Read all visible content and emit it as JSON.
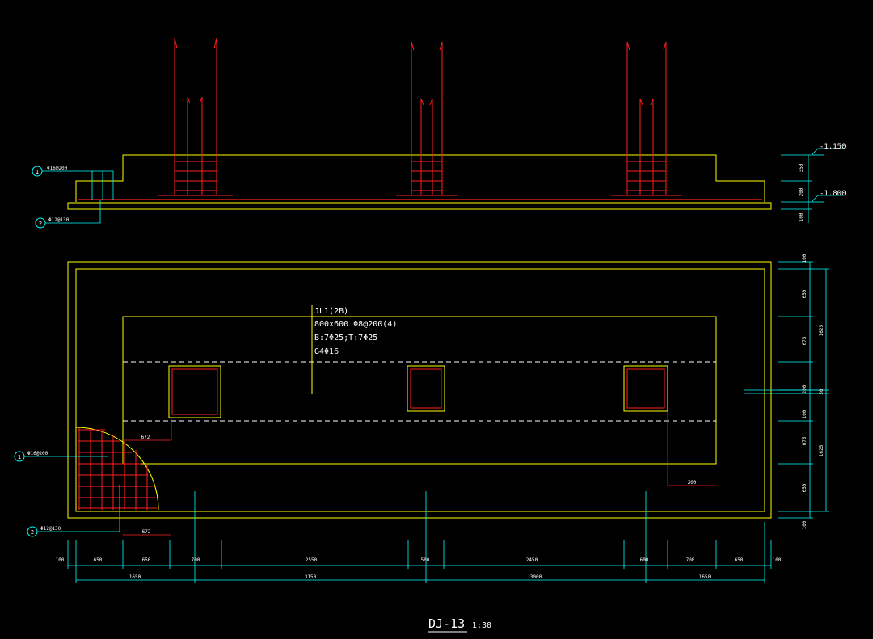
{
  "colors": {
    "background": "#000000",
    "concrete_outline": "#ffff00",
    "rebar": "#ff2020",
    "dimension": "#00ffff",
    "text": "#ffffff",
    "hidden_line": "#ffffff"
  },
  "title": "DJ-13",
  "scale": "1:30",
  "section_view": {
    "callout_1": {
      "num": "1",
      "text": "Φ16@200"
    },
    "callout_2": {
      "num": "2",
      "text": "Φ12@130"
    },
    "levels": [
      "-1.150",
      "-1.800"
    ],
    "side_dims": [
      "350",
      "200",
      "100"
    ]
  },
  "plan_view": {
    "beam_note": {
      "line1": "JL1(2B)",
      "line2": "800x600   Φ8@200(4)",
      "line3": "B:7Φ25;T:7Φ25",
      "line4": "G4Φ16"
    },
    "callout_1": {
      "num": "1",
      "text": "Φ16@200"
    },
    "callout_2": {
      "num": "2",
      "text": "Φ12@130"
    },
    "small_dims": [
      "672",
      "200",
      "672"
    ],
    "right_dims_inner": [
      "100",
      "650",
      "675",
      "200",
      "100",
      "675",
      "650",
      "100"
    ],
    "right_dims_outer": [
      "1625",
      "50",
      "1625"
    ],
    "bottom_dims_row1": [
      "100",
      "650",
      "650",
      "700",
      "2550",
      "500",
      "2450",
      "600",
      "700",
      "650",
      "100"
    ],
    "bottom_dims_row2": [
      "1650",
      "3150",
      "3000",
      "1650"
    ]
  }
}
